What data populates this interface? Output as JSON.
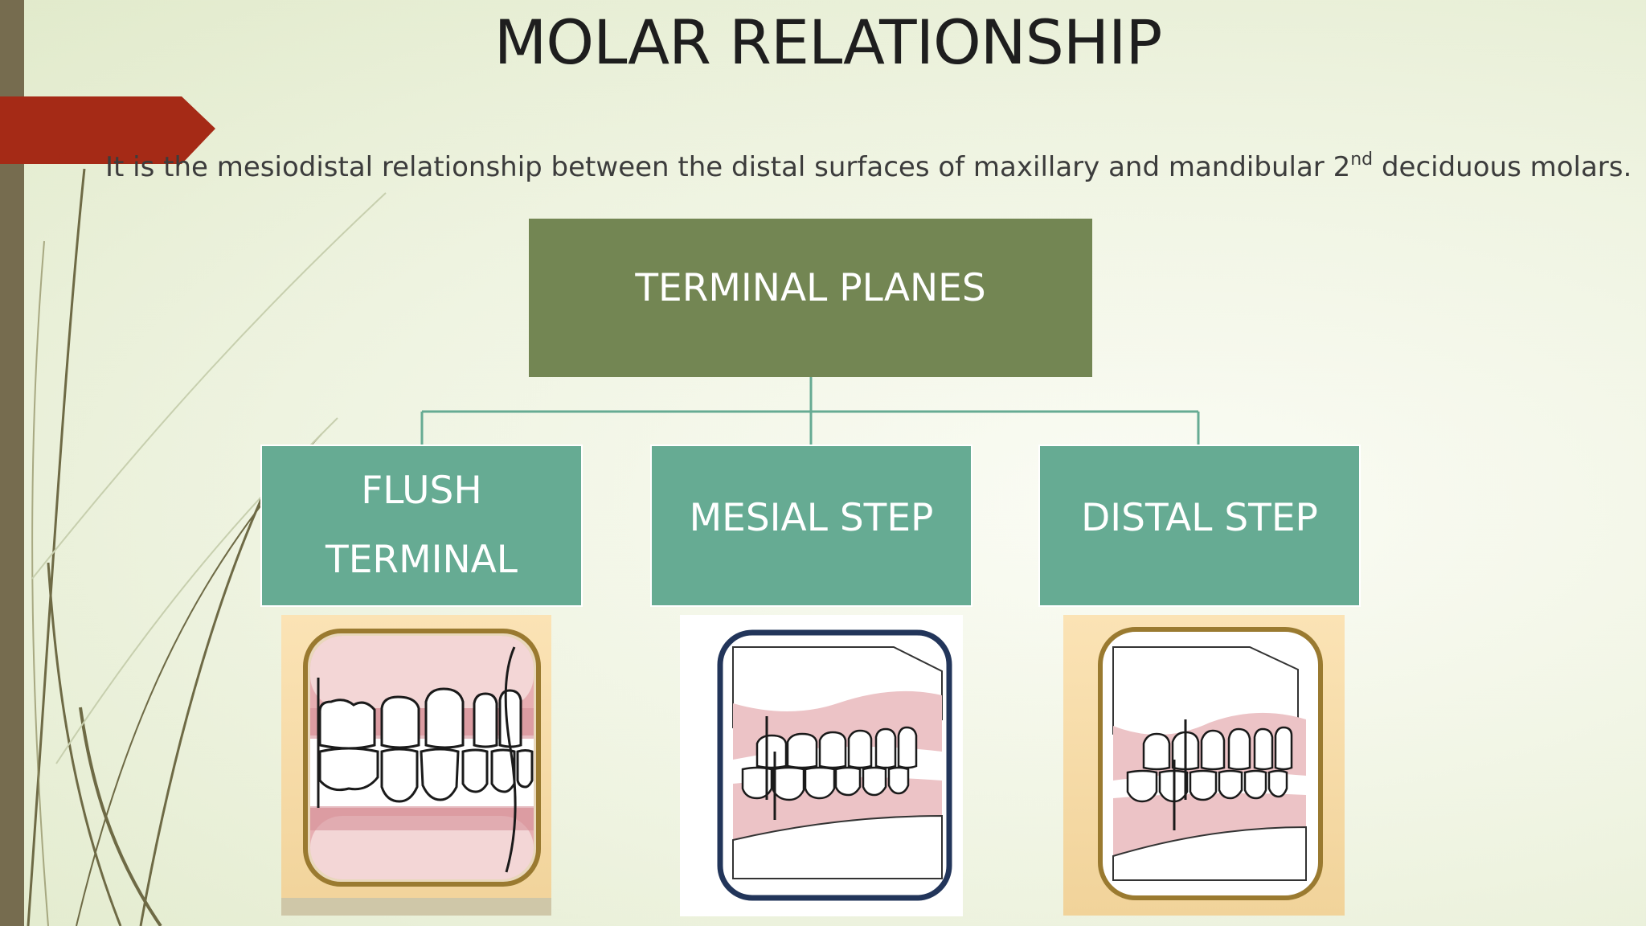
{
  "slide": {
    "title": "MOLAR RELATIONSHIP",
    "bullet": {
      "before": "It is the mesiodistal relationship between the distal surfaces of maxillary and mandibular 2",
      "sup": "nd",
      "after": " deciduous molars."
    }
  },
  "diagram": {
    "root": {
      "label": "TERMINAL PLANES"
    },
    "children": [
      {
        "line1": "FLUSH",
        "line2": "TERMINAL"
      },
      {
        "label": "MESIAL STEP"
      },
      {
        "label": "DISTAL STEP"
      }
    ]
  },
  "colors": {
    "root_box": "#738653",
    "child_box": "#66ab93",
    "connector": "#66ab93",
    "accent_red": "#a52a16",
    "side_bar": "#766c4f"
  }
}
